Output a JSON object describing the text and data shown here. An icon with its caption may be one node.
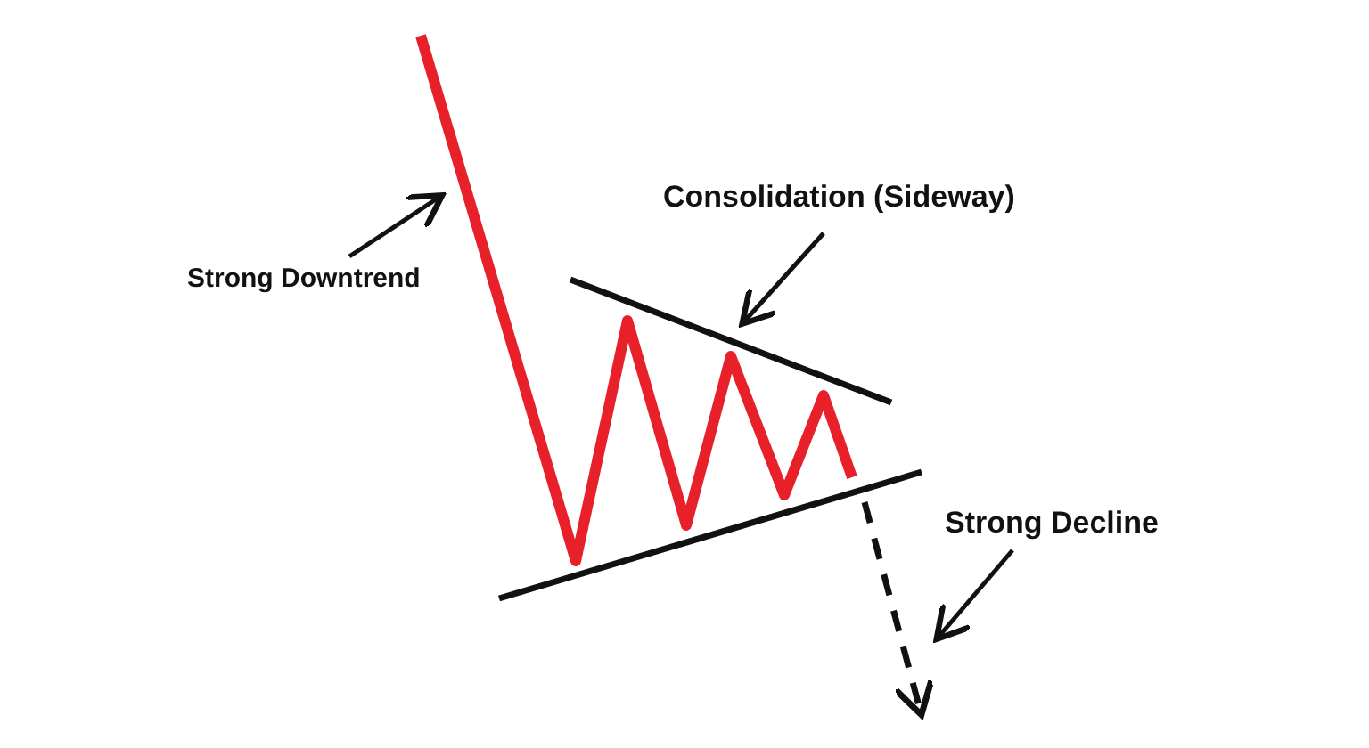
{
  "diagram": {
    "nodes": [
      {
        "text": [
          "Strong Downtrend"
        ]
      },
      {
        "text": [
          "Consolidation (Sideway)"
        ]
      },
      {
        "text": [
          "Strong Decline"
        ]
      },
      {
        "text": [],
        "shape": "line"
      },
      {
        "text": [],
        "shape": "line"
      },
      {
        "text": [],
        "shape": "arrow"
      }
    ],
    "edges": [
      {
        "from": 0,
        "to": 3,
        "arrow": "to"
      },
      {
        "from": 1,
        "to": 4,
        "arrow": "to"
      },
      {
        "from": 2,
        "to": 5,
        "arrow": "to"
      }
    ]
  }
}
